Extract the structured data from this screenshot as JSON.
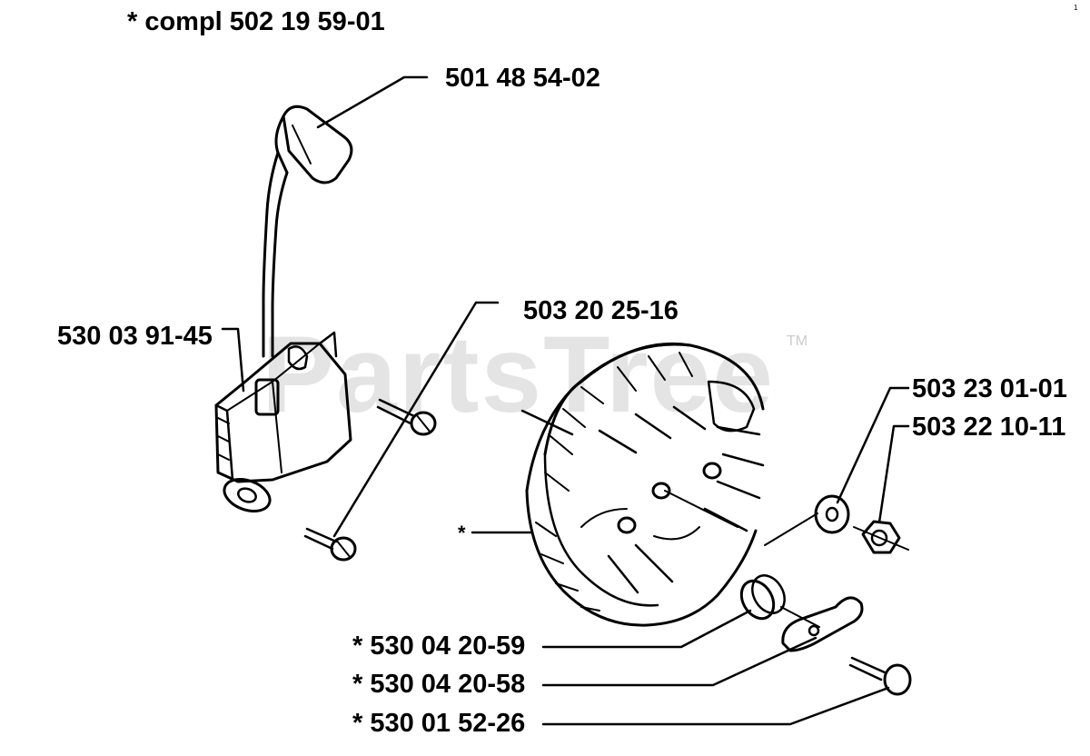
{
  "title": "* compl 502 19 59-01",
  "watermark": "PartsTree",
  "watermark_tm": "TM",
  "corner_mark": "1",
  "parts": [
    {
      "id": "spark-boot",
      "label": "501 48 54-02"
    },
    {
      "id": "ignition-module",
      "label": "530 03 91-45"
    },
    {
      "id": "module-screw",
      "label": "503 20 25-16"
    },
    {
      "id": "washer",
      "label": "503 23 01-01"
    },
    {
      "id": "nut",
      "label": "503 22 10-11"
    },
    {
      "id": "flywheel",
      "label": "*"
    },
    {
      "id": "spacer",
      "label": "* 530 04 20-59"
    },
    {
      "id": "pawl",
      "label": "* 530 04 20-58"
    },
    {
      "id": "pawl-screw",
      "label": "* 530 01 52-26"
    }
  ],
  "colors": {
    "ink": "#000000",
    "background": "#ffffff",
    "watermark": "#e4e4e4"
  }
}
